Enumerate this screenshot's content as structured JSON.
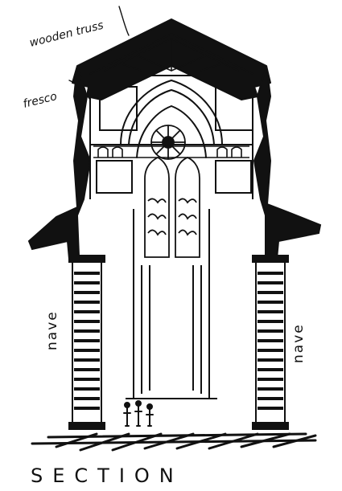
{
  "annotations": {
    "wooden_truss": "wooden truss",
    "fresco": "fresco"
  },
  "side_labels": {
    "left": "nave",
    "right": "nave"
  },
  "title": "SECTION",
  "colors": {
    "ink": "#111111",
    "paper": "#ffffff"
  }
}
